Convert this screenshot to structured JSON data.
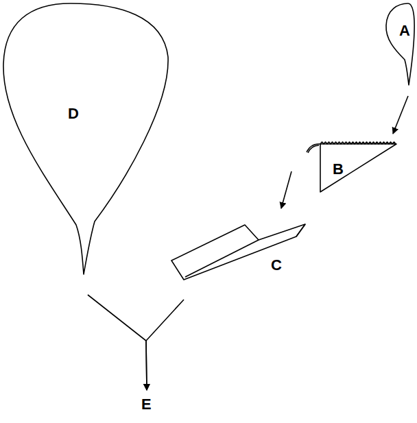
{
  "diagram": {
    "nodes": [
      {
        "text": [
          "D"
        ]
      },
      {
        "text": [
          "A"
        ]
      },
      {
        "text": [
          "B"
        ]
      },
      {
        "text": [
          "C"
        ]
      },
      {
        "text": [
          "E"
        ]
      }
    ],
    "edges": [
      {
        "from": 1,
        "to": 2,
        "arrow": "to"
      },
      {
        "from": 2,
        "to": 3,
        "arrow": "to"
      },
      {
        "from": 0,
        "to": 4,
        "arrow": "to"
      },
      {
        "from": 3,
        "to": 4,
        "arrow": "to"
      }
    ]
  }
}
